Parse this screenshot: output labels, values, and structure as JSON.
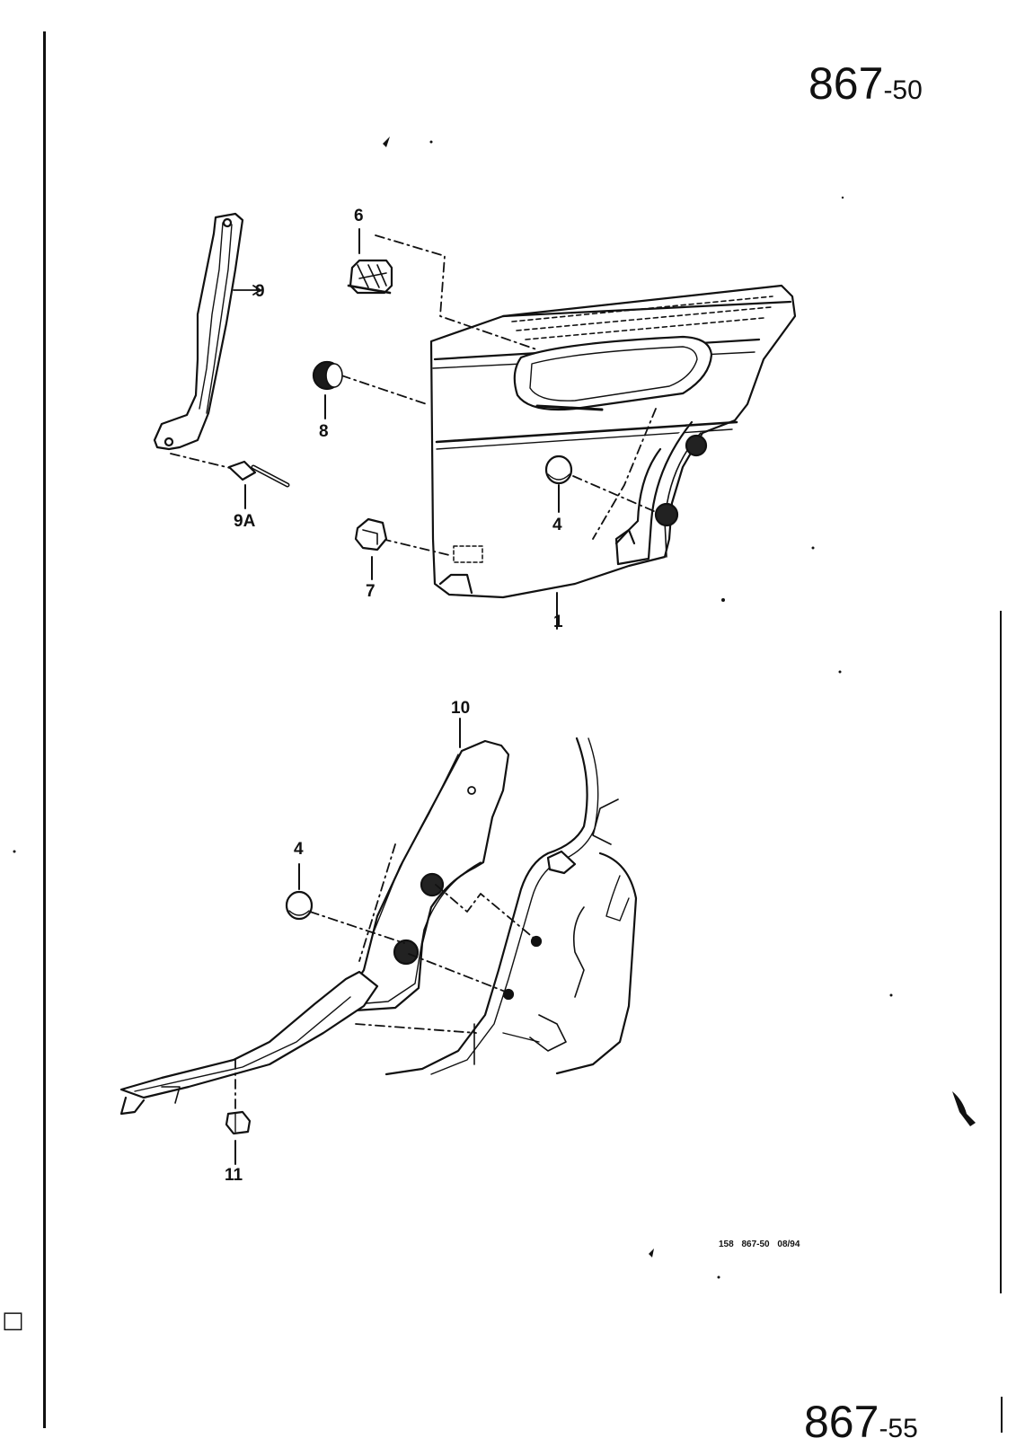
{
  "page": {
    "top_number_main": "867",
    "top_number_suffix": "-50",
    "bottom_number_main": "867",
    "bottom_number_suffix": "-55",
    "footer": "158   867-50   08/94",
    "margin_mark": "□"
  },
  "callouts": {
    "c1": "1",
    "c4a": "4",
    "c4b": "4",
    "c6": "6",
    "c7": "7",
    "c8": "8",
    "c9": "9",
    "c9a": "9A",
    "c10": "10",
    "c11": "11"
  }
}
